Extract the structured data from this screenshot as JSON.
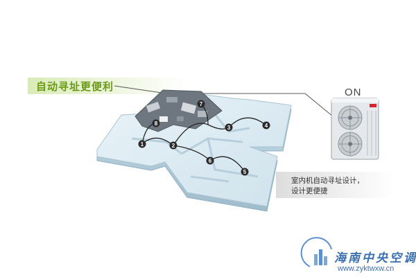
{
  "headline": "自动寻址更便利",
  "power_label": "ON",
  "caption": {
    "line1": "室内机自动寻址设计，",
    "line2": "设计更便捷"
  },
  "indoor_units": [
    {
      "number": "1"
    },
    {
      "number": "2"
    },
    {
      "number": "3"
    },
    {
      "number": "4"
    },
    {
      "number": "5"
    },
    {
      "number": "6"
    },
    {
      "number": "7"
    },
    {
      "number": "8"
    }
  ],
  "watermark": {
    "name": "海南中央空调",
    "url": "www.zyktwxw.cn"
  },
  "colors": {
    "headline": "#6a9a14",
    "floor_fill": "#d8e9f2",
    "wall": "#a9c3d2",
    "link_line": "#222222",
    "watermark": "#3b6fb0"
  }
}
